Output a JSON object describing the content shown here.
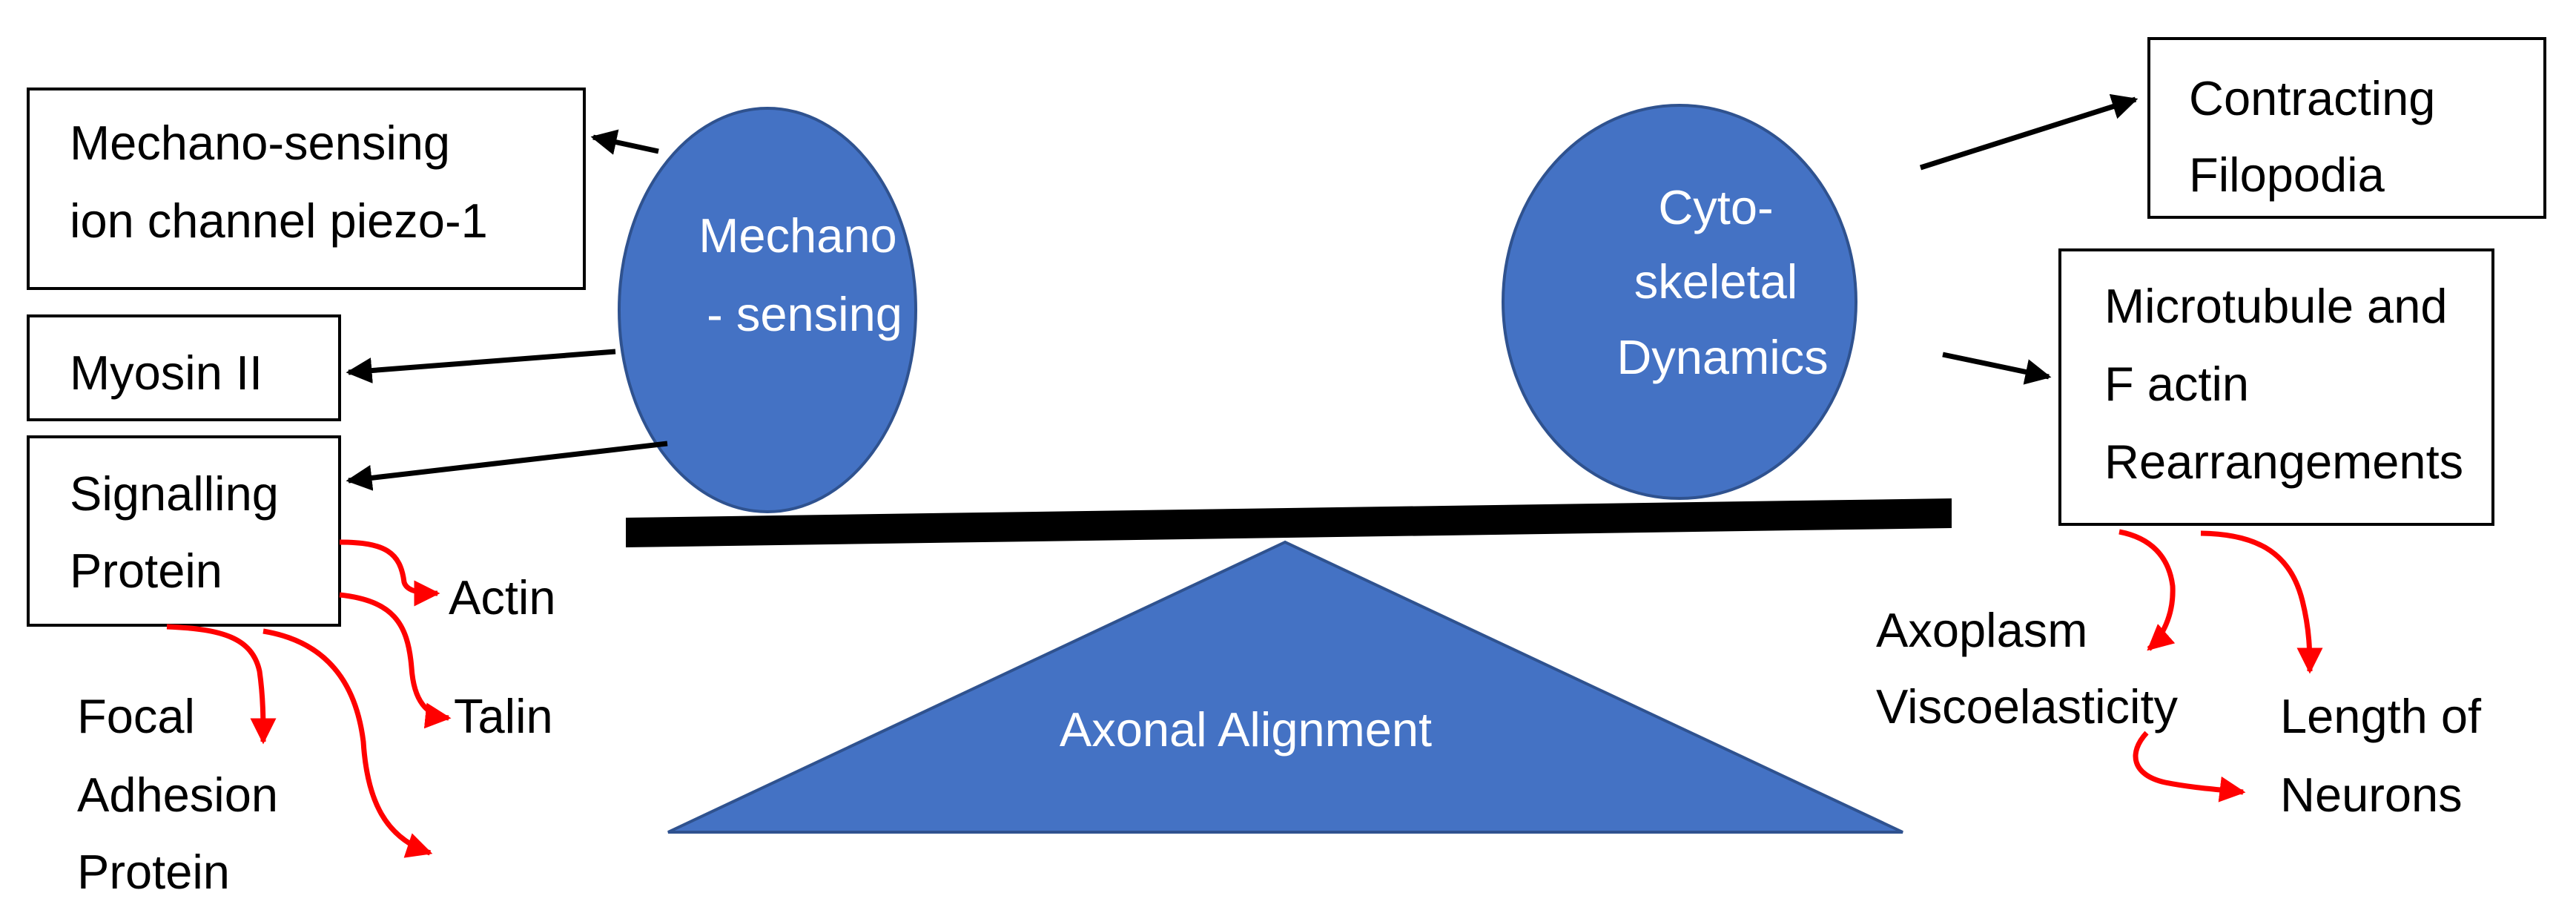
{
  "colors": {
    "shape_fill": "#4472C4",
    "shape_stroke": "#2F528F",
    "beam": "#000000",
    "black_arrow": "#000000",
    "red_arrow": "#FF0000"
  },
  "left_circle": {
    "lines": [
      "Mechano",
      "- sensing"
    ]
  },
  "right_circle": {
    "lines": [
      "Cyto-",
      "skeletal",
      "Dynamics"
    ]
  },
  "fulcrum": {
    "label": "Axonal Alignment"
  },
  "left_boxes": {
    "piezo": [
      "Mechano-sensing",
      "ion channel piezo-1"
    ],
    "myosin": [
      "Myosin II"
    ],
    "signalling": [
      "Signalling",
      "Protein"
    ]
  },
  "right_boxes": {
    "filopodia": [
      "Contracting",
      "Filopodia"
    ],
    "microtubule": [
      "Microtubule and",
      "F actin",
      "Rearrangements"
    ]
  },
  "signalling_outputs": {
    "actin": "Actin",
    "talin": "Talin",
    "focal": [
      "Focal",
      "Adhesion",
      "Protein"
    ]
  },
  "rearrangement_outputs": {
    "axoplasm": [
      "Axoplasm",
      "Viscoelasticity"
    ],
    "length": [
      "Length of",
      "Neurons"
    ]
  }
}
